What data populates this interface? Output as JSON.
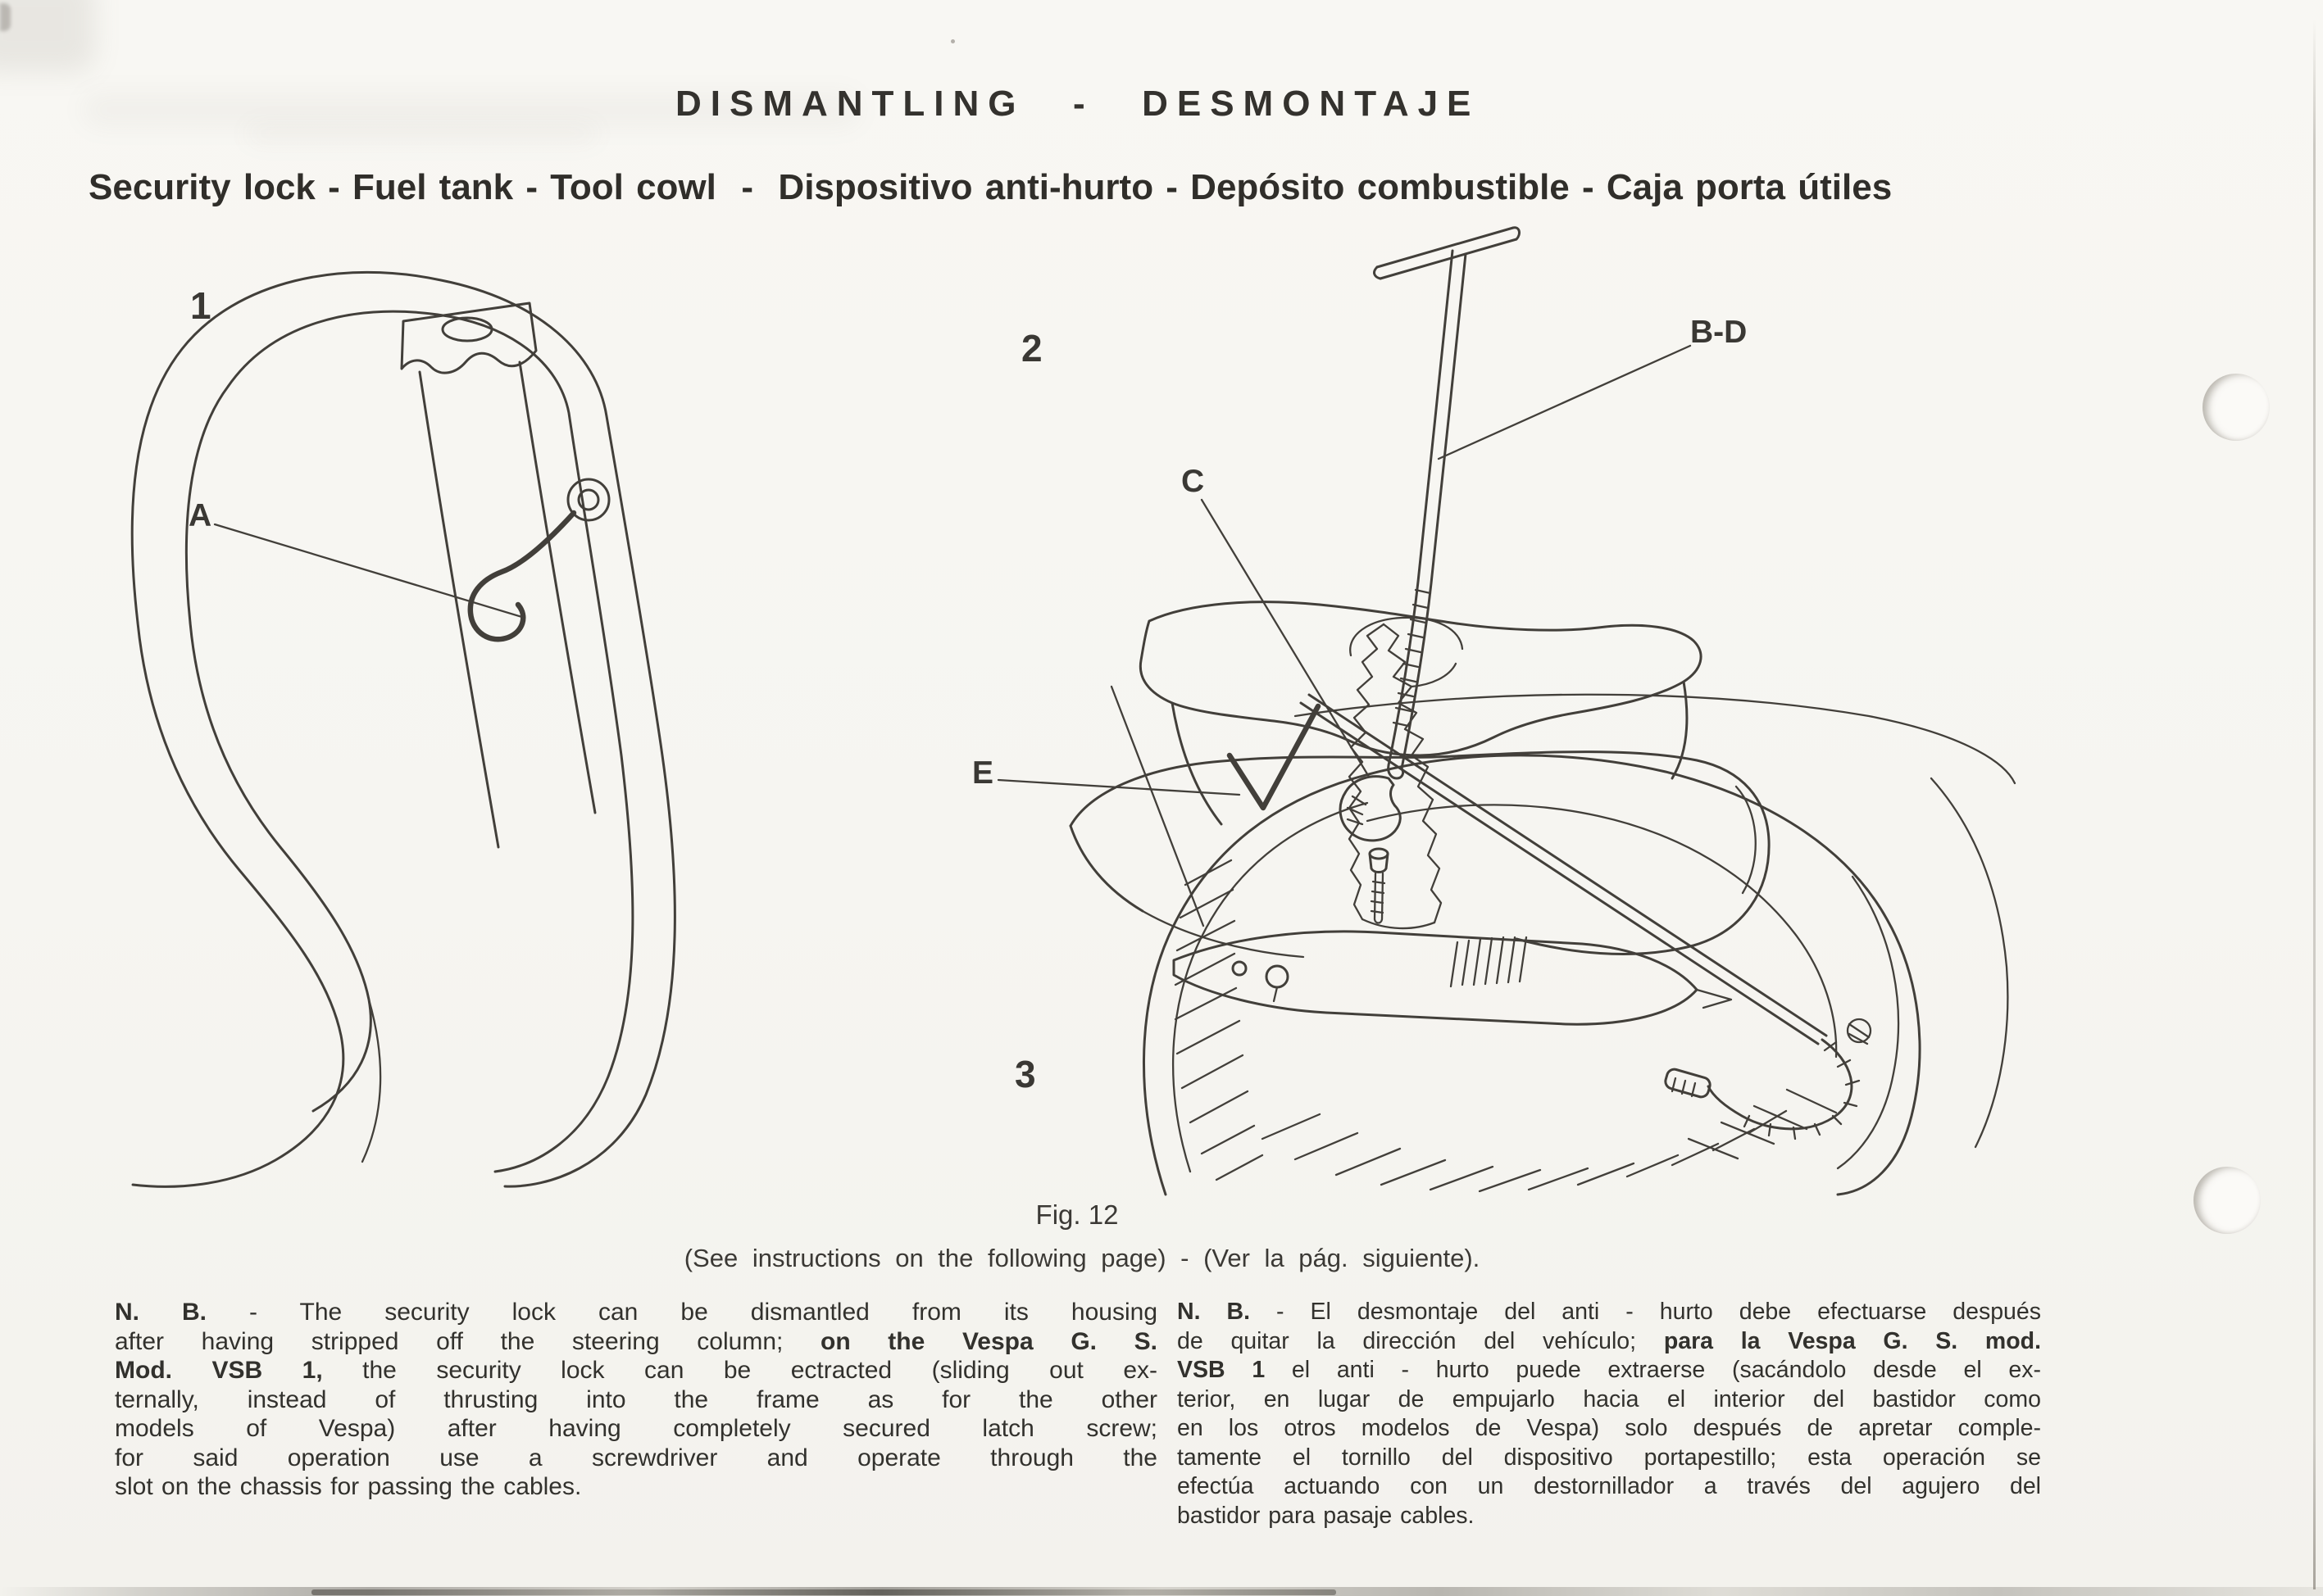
{
  "colors": {
    "paper": "#f6f5f1",
    "ink": "#35332f",
    "line_art": "#423f3a"
  },
  "header": {
    "title": "DISMANTLING  -  DESMONTAJE",
    "subtitle": "Security lock - Fuel tank - Tool cowl  -  Dispositivo anti-hurto - Depósito combustible - Caja porta útiles"
  },
  "figure": {
    "caption": "Fig. 12",
    "note": "(See instructions on the following page)  -  (Ver la pág. siguiente).",
    "drawings": {
      "d1": {
        "number": "1",
        "label_a": "A"
      },
      "d2": {
        "number": "2",
        "label_bd": "B-D",
        "label_c": "C"
      },
      "d3": {
        "number": "3",
        "label_e": "E"
      }
    }
  },
  "notes": {
    "english": {
      "lines": [
        {
          "segments": [
            {
              "t": "N. B.",
              "b": true
            },
            {
              "t": " - The security lock can be dismantled from its housing",
              "b": false
            }
          ]
        },
        {
          "segments": [
            {
              "t": "after having stripped off the steering column; ",
              "b": false
            },
            {
              "t": "on the Vespa G. S.",
              "b": true
            }
          ]
        },
        {
          "segments": [
            {
              "t": "Mod. VSB 1,",
              "b": true
            },
            {
              "t": " the security lock can be ectracted (sliding out ex-",
              "b": false
            }
          ]
        },
        {
          "segments": [
            {
              "t": "ternally, instead of thrusting into the frame as for the other",
              "b": false
            }
          ]
        },
        {
          "segments": [
            {
              "t": "models of Vespa) after having completely secured latch screw;",
              "b": false
            }
          ]
        },
        {
          "segments": [
            {
              "t": "for said operation use a screwdriver and operate through the",
              "b": false
            }
          ]
        },
        {
          "segments": [
            {
              "t": "slot on the chassis for passing the cables.",
              "b": false
            }
          ]
        }
      ]
    },
    "spanish": {
      "lines": [
        {
          "segments": [
            {
              "t": "N. B.",
              "b": true
            },
            {
              "t": " - El desmontaje del anti - hurto debe efectuarse después",
              "b": false
            }
          ]
        },
        {
          "segments": [
            {
              "t": "de quitar la dirección del vehículo; ",
              "b": false
            },
            {
              "t": "para la Vespa G. S. mod.",
              "b": true
            }
          ]
        },
        {
          "segments": [
            {
              "t": "VSB 1",
              "b": true
            },
            {
              "t": " el anti - hurto puede extraerse (sacándolo desde el ex-",
              "b": false
            }
          ]
        },
        {
          "segments": [
            {
              "t": "terior, en lugar de empujarlo hacia el interior del bastidor como",
              "b": false
            }
          ]
        },
        {
          "segments": [
            {
              "t": "en los otros modelos de Vespa) solo después de apretar comple-",
              "b": false
            }
          ]
        },
        {
          "segments": [
            {
              "t": "tamente el tornillo del dispositivo portapestillo; esta operación se",
              "b": false
            }
          ]
        },
        {
          "segments": [
            {
              "t": "efectúa actuando con un destornillador a través del agujero del",
              "b": false
            }
          ]
        },
        {
          "segments": [
            {
              "t": "bastidor para pasaje cables.",
              "b": false
            }
          ]
        }
      ]
    }
  }
}
